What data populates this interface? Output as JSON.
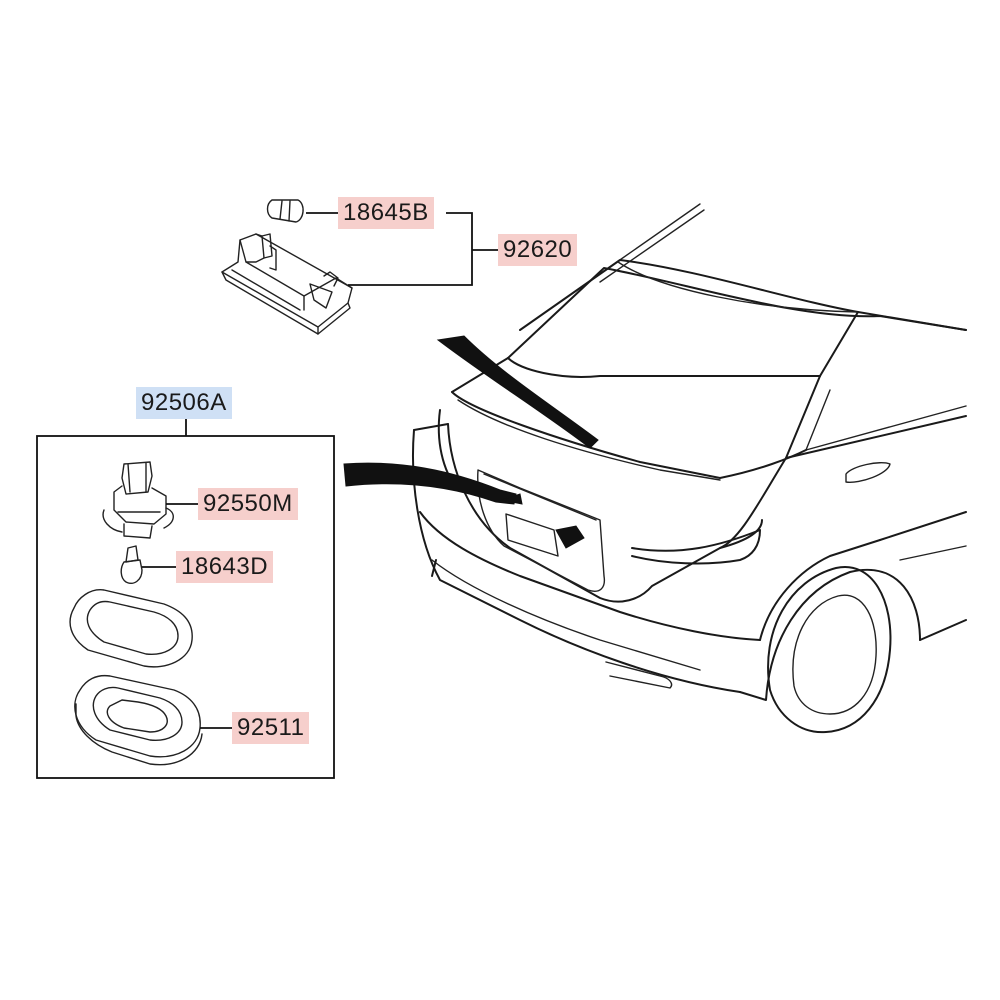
{
  "labels": {
    "bulb_top": "18645B",
    "lamp_top": "92620",
    "assembly": "92506A",
    "socket": "92550M",
    "bulb_small": "18643D",
    "housing": "92511"
  },
  "colors": {
    "highlight_red": "#f6cfcc",
    "highlight_blue": "#cfe0f5",
    "line": "#1a1a1a"
  }
}
